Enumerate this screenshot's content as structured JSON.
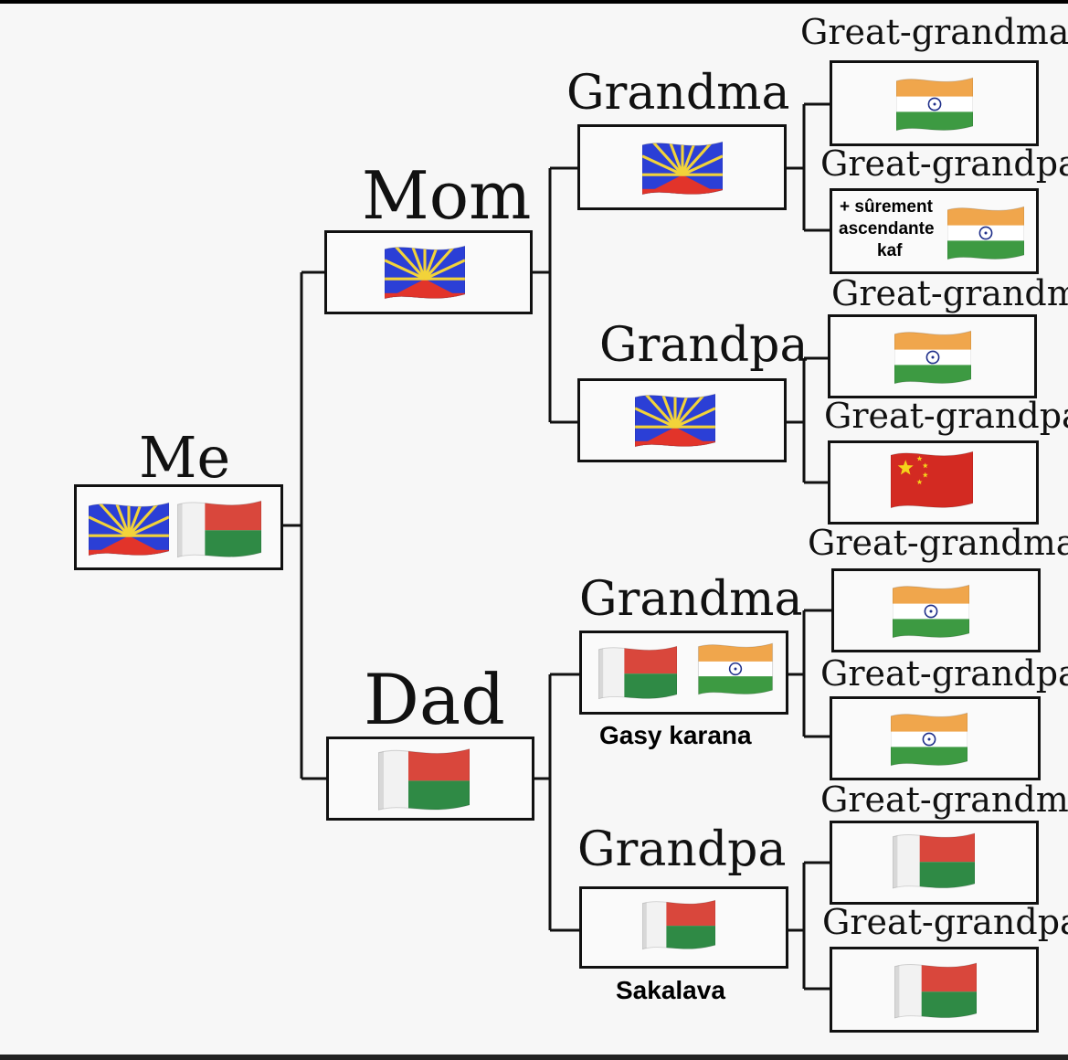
{
  "tree": {
    "me": {
      "label": "Me",
      "flags": [
        "reunion",
        "madagascar"
      ]
    },
    "mom": {
      "label": "Mom",
      "flags": [
        "reunion"
      ]
    },
    "dad": {
      "label": "Dad",
      "flags": [
        "madagascar"
      ]
    },
    "mom_grandma": {
      "label": "Grandma",
      "flags": [
        "reunion"
      ]
    },
    "mom_grandpa": {
      "label": "Grandpa",
      "flags": [
        "reunion"
      ]
    },
    "dad_grandma": {
      "label": "Grandma",
      "flags": [
        "madagascar",
        "india"
      ],
      "note": "Gasy karana"
    },
    "dad_grandpa": {
      "label": "Grandpa",
      "flags": [
        "madagascar"
      ],
      "note": "Sakalava"
    },
    "gg1": {
      "label": "Great-grandma",
      "flags": [
        "india"
      ]
    },
    "gg2": {
      "label": "Great-grandpa",
      "flags": [
        "india"
      ],
      "note_lines": [
        "+ sûrement",
        "ascendante",
        "kaf"
      ]
    },
    "gg3": {
      "label": "Great-grandma",
      "flags": [
        "india"
      ]
    },
    "gg4": {
      "label": "Great-grandpa",
      "flags": [
        "china"
      ]
    },
    "gg5": {
      "label": "Great-grandma",
      "flags": [
        "india"
      ]
    },
    "gg6": {
      "label": "Great-grandpa",
      "flags": [
        "india"
      ]
    },
    "gg7": {
      "label": "Great-grandma",
      "flags": [
        "madagascar"
      ]
    },
    "gg8": {
      "label": "Great-grandpa",
      "flags": [
        "madagascar"
      ]
    }
  },
  "colors": {
    "line": "#111111",
    "reunion_blue": "#2b3fd6",
    "reunion_red": "#e2342a",
    "reunion_rays": "#f2d33a",
    "mg_red": "#d9473c",
    "mg_green": "#2f8a45",
    "mg_white": "#f2f2f2",
    "in_saffron": "#f0a64c",
    "in_green": "#3d9a42",
    "cn_red": "#d32a22",
    "cn_star": "#f5d21a"
  }
}
